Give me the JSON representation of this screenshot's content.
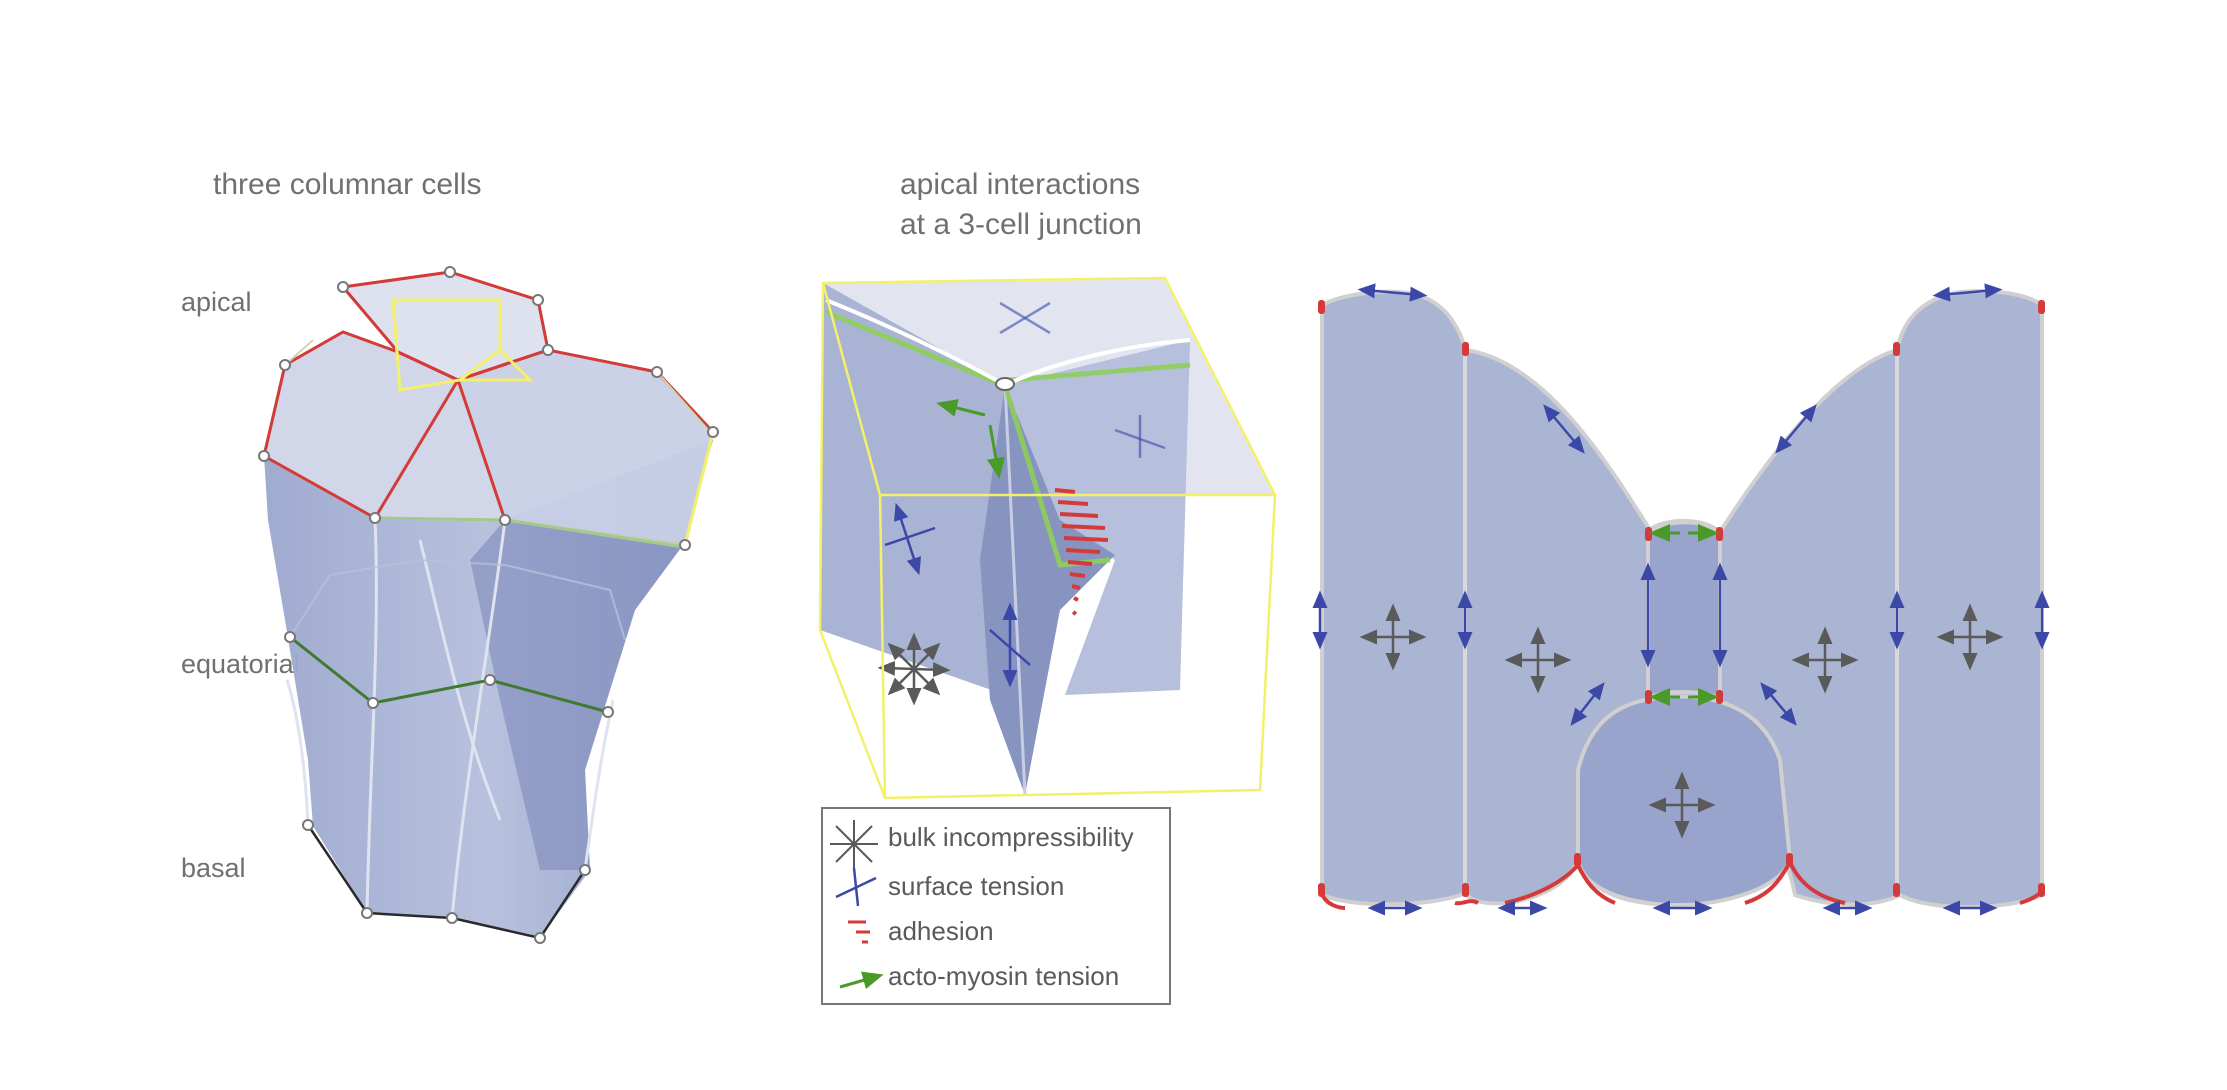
{
  "panel_left": {
    "title": "three columnar cells",
    "labels": {
      "apical": "apical",
      "equatorial": "equatorial",
      "basal": "basal"
    }
  },
  "panel_middle": {
    "title_line1": "apical interactions",
    "title_line2": "at a 3-cell junction"
  },
  "legend": {
    "items": [
      {
        "label": "bulk incompressibility",
        "icon": "star-arrows-icon"
      },
      {
        "label": "surface tension",
        "icon": "double-arrow-cross-icon"
      },
      {
        "label": "adhesion",
        "icon": "red-dashes-icon"
      },
      {
        "label": "acto-myosin tension",
        "icon": "green-arrow-icon"
      }
    ]
  },
  "colors": {
    "cell_fill": "#a9b3d3",
    "cell_fill_dark": "#8e9ac4",
    "cell_top": "#d6dbea",
    "membrane": "#d0d0d0",
    "adhesion": "#d43a3a",
    "tension": "#3c48a8",
    "actomyosin": "#4a9a2a",
    "apical_edge": "#d43a3a",
    "box_outline": "#f3f06a",
    "equatorial_edge": "#3f7a30",
    "bulk": "#5a5a5a"
  }
}
